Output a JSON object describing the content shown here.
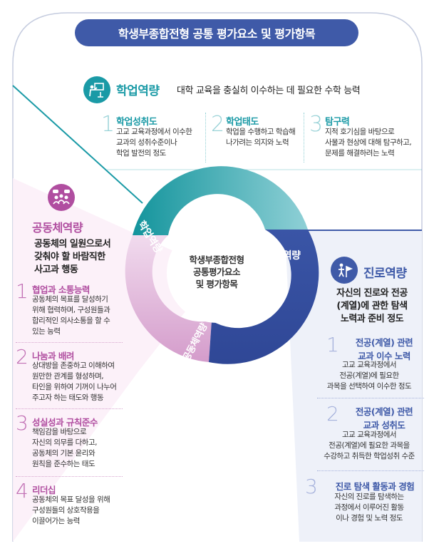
{
  "title": "학생부종합전형 공통 평가요소 및 평가항목",
  "center": {
    "line1": "학생부종합전형",
    "line2": "공통평가요소",
    "line3": "및 평가항목"
  },
  "ring_labels": {
    "academic": "학업역량",
    "career": "진로역량",
    "community": "공동체역량"
  },
  "academic": {
    "heading": "학업역량",
    "description": "대학 교육을 충실히 이수하는 데 필요한 수학 능력",
    "icon": "teacher-board-icon",
    "items": [
      {
        "num": "1",
        "title": "학업성취도",
        "lines": [
          "고교 교육과정에서 이수한",
          "교과의 성취수준이나",
          "학업 발전의 정도"
        ]
      },
      {
        "num": "2",
        "title": "학업태도",
        "lines": [
          "학업을 수행하고 학습해",
          "나가려는 의지와 노력"
        ]
      },
      {
        "num": "3",
        "title": "탐구력",
        "lines": [
          "지적 호기심을 바탕으로",
          "사물과 현상에 대해 탐구하고,",
          "문제를 해결하려는 노력"
        ]
      }
    ]
  },
  "community": {
    "heading": "공동체역량",
    "icon": "people-group-icon",
    "sub_lines": [
      "공동체의 일원으로서",
      "갖춰야 할 바람직한",
      "사고과 행동"
    ],
    "items": [
      {
        "num": "1",
        "title": "협업과 소통능력",
        "lines": [
          "공동체의 목표를 달성하기",
          "위해 협력하며, 구성원들과",
          "합리적인 의사소통을 할 수",
          "있는 능력"
        ]
      },
      {
        "num": "2",
        "title": "나눔과 배려",
        "lines": [
          "상대방을 존중하고 이해하여",
          "원만한 관계를 형성하며,",
          "타인을 위하여 기꺼이 나누어",
          "주고자 하는 태도와 행동"
        ]
      },
      {
        "num": "3",
        "title": "성실성과 규칙준수",
        "lines": [
          "책임감을 바탕으로",
          "자신의 의무를 다하고,",
          "공동체의 기본 윤리와",
          "원칙을 준수하는 태도"
        ]
      },
      {
        "num": "4",
        "title": "리더십",
        "lines": [
          "공동체의 목표 달성을 위해",
          "구성원들의 상호작용을",
          "이끌어가는 능력"
        ]
      }
    ]
  },
  "career": {
    "heading": "진로역량",
    "icon": "career-path-icon",
    "sub_lines": [
      "자신의 진로와 전공",
      "(계열)에 관한 탐색",
      "노력과 준비 정도"
    ],
    "items": [
      {
        "num": "1",
        "title_lines": [
          "전공(계열) 관련",
          "교과 이수 노력"
        ],
        "lines": [
          "고교 교육과정에서",
          "전공(계열)에 필요한",
          "과목을 선택하여 이수한 정도"
        ]
      },
      {
        "num": "2",
        "title_lines": [
          "전공(계열) 관련",
          "교과 성취도"
        ],
        "lines": [
          "고교 교육과정에서",
          "전공(계열)에 필요한 과목을",
          "수강하고 취득한 학업성취 수준"
        ]
      },
      {
        "num": "3",
        "title_lines": [
          "진로 탐색 활동과 경험"
        ],
        "lines": [
          "자신의 진로를 탐색하는",
          "과정에서 이루어진 활동",
          "이나 경험 및 노력 정도"
        ]
      }
    ]
  },
  "colors": {
    "title_bg": "#3f5aa8",
    "academic": "#1a9aa6",
    "community": "#b04ea0",
    "career": "#3f5aa8"
  }
}
